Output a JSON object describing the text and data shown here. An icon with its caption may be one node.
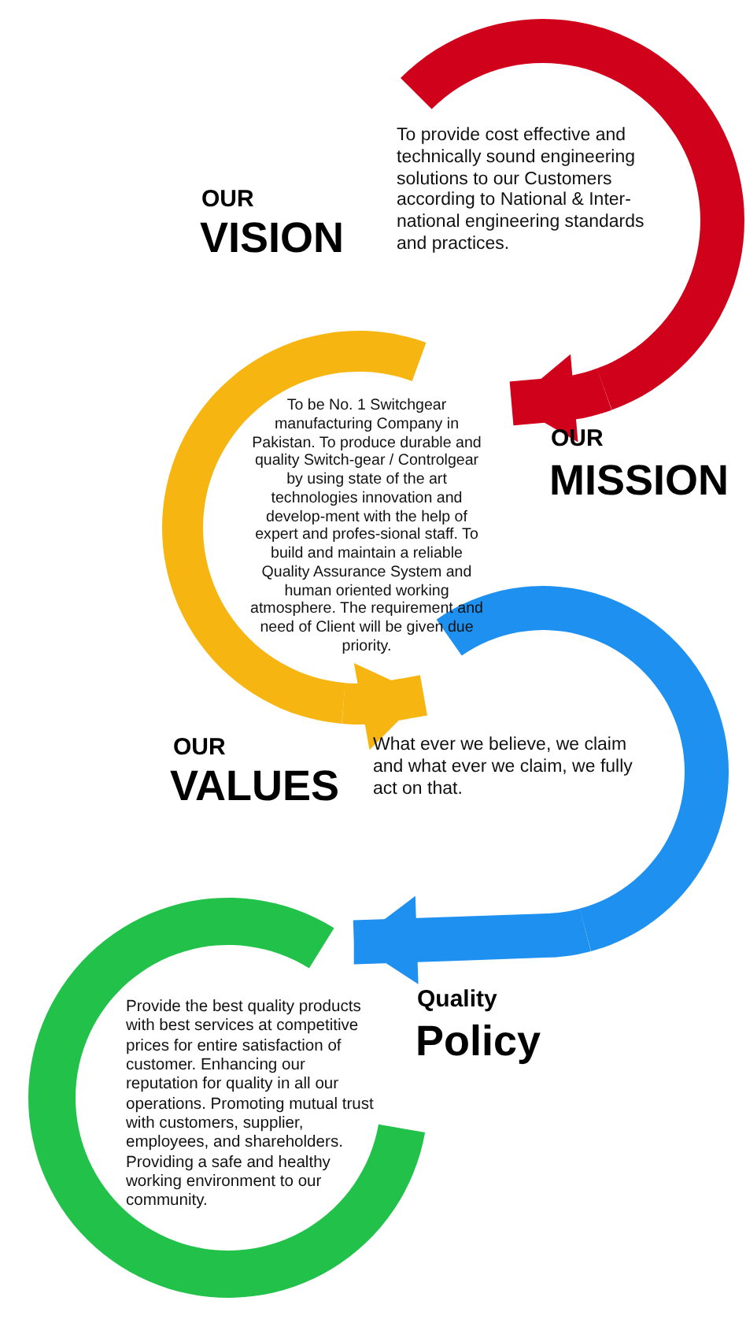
{
  "diagram": {
    "nodes": [
      {
        "text": [
          "To provide cost effective and technically sound engineering solutions to our Customers according to National & Inter-national engineering standards and practices."
        ],
        "beside": [
          "OUR",
          "VISION"
        ]
      },
      {
        "text": [
          "To be No. 1 Switchgear manufacturing Company in Pakistan. To produce durable and quality Switch-gear / Controlgear by using state of the art technologies innovation and develop-ment with the help of expert and profes-sional staff. To build and maintain a reliable Quality Assurance System and human oriented working atmosphere. The requirement and need of Client will be given due priority."
        ],
        "beside": [
          "OUR",
          "MISSION"
        ]
      },
      {
        "text": [
          "What ever we believe, we claim and what ever we claim, we fully act on that."
        ],
        "beside": [
          "OUR",
          "VALUES"
        ]
      },
      {
        "text": [
          "Provide the best quality products with best services at competitive prices for entire satisfaction of customer. Enhancing our reputation for quality in all our operations. Promoting mutual trust with customers, supplier, employees, and shareholders. Providing a safe and healthy working environment to our community."
        ],
        "beside": [
          "Quality",
          "Policy"
        ]
      }
    ],
    "edges": [
      {
        "from": 0,
        "to": 1,
        "arrow": "to",
        "color": "#d0021b"
      },
      {
        "from": 1,
        "to": 2,
        "arrow": "to",
        "color": "#f7b512"
      },
      {
        "from": 2,
        "to": 3,
        "arrow": "to",
        "color": "#1e90f0"
      }
    ]
  }
}
